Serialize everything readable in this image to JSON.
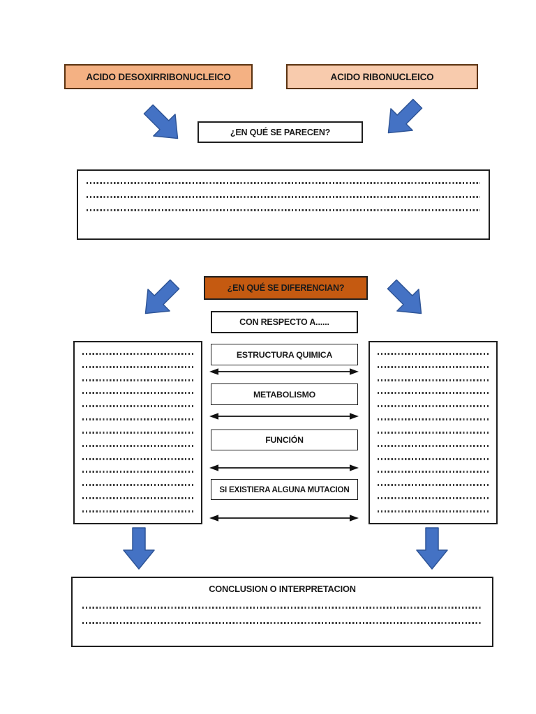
{
  "header": {
    "dna_label": "ACIDO DESOXIRRIBONUCLEICO",
    "rna_label": "ACIDO RIBONUCLEICO"
  },
  "similarities": {
    "question_label": "¿EN QUÉ SE PARECEN?",
    "answer_lines": 3
  },
  "differences": {
    "question_label": "¿EN QUÉ SE DIFERENCIAN?",
    "respect_label": "CON RESPECTO A......",
    "aspects": [
      "ESTRUCTURA QUIMICA",
      "METABOLISMO",
      "FUNCIÓN",
      "SI EXISTIERA ALGUNA MUTACION"
    ],
    "left_answer_lines": 13,
    "right_answer_lines": 13
  },
  "conclusion": {
    "title": "CONCLUSION O INTERPRETACION",
    "answer_lines": 2
  },
  "colors": {
    "dna_box_bg": "#F4B183",
    "rna_box_bg": "#F8CBAD",
    "differences_box_bg": "#C55A11",
    "arrow_blue": "#4472C4",
    "arrow_blue_border": "#2F5597",
    "box_border": "#1f1f1f"
  },
  "icons": {
    "top_left_arrow": "block-arrow-down-right",
    "top_right_arrow": "block-arrow-down-left",
    "mid_left_arrow": "block-arrow-down-left",
    "mid_right_arrow": "block-arrow-down-right",
    "bottom_arrows": "block-arrow-down",
    "connectors": "double-headed-arrow"
  }
}
